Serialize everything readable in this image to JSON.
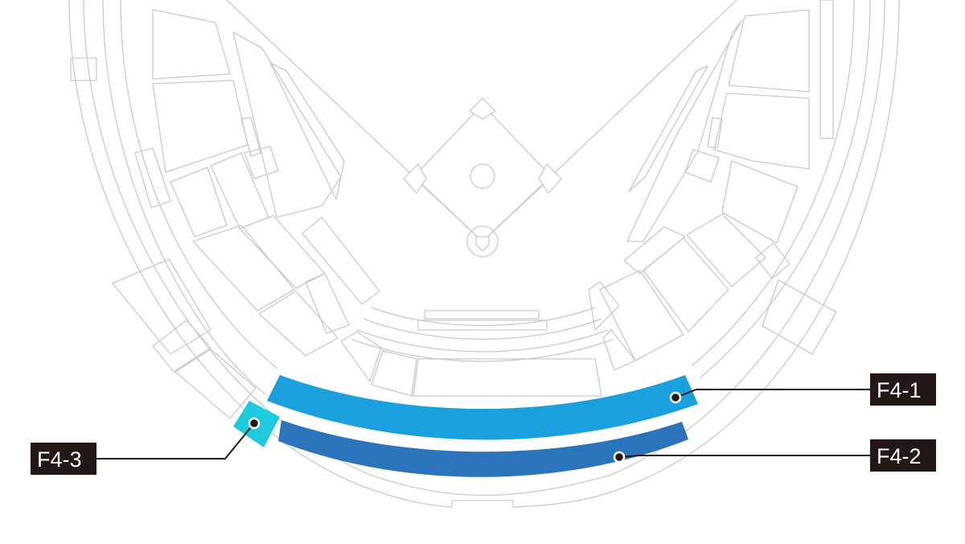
{
  "sections": [
    {
      "id": "F4-1",
      "label": "F4-1",
      "color": "#1aa0dd"
    },
    {
      "id": "F4-2",
      "label": "F4-2",
      "color": "#2b74bc"
    },
    {
      "id": "F4-3",
      "label": "F4-3",
      "color": "#1dcbdc"
    }
  ],
  "colors": {
    "outline": "#c9c9c9",
    "label_background": "#231815",
    "label_text": "#ffffff",
    "background": "#ffffff"
  }
}
